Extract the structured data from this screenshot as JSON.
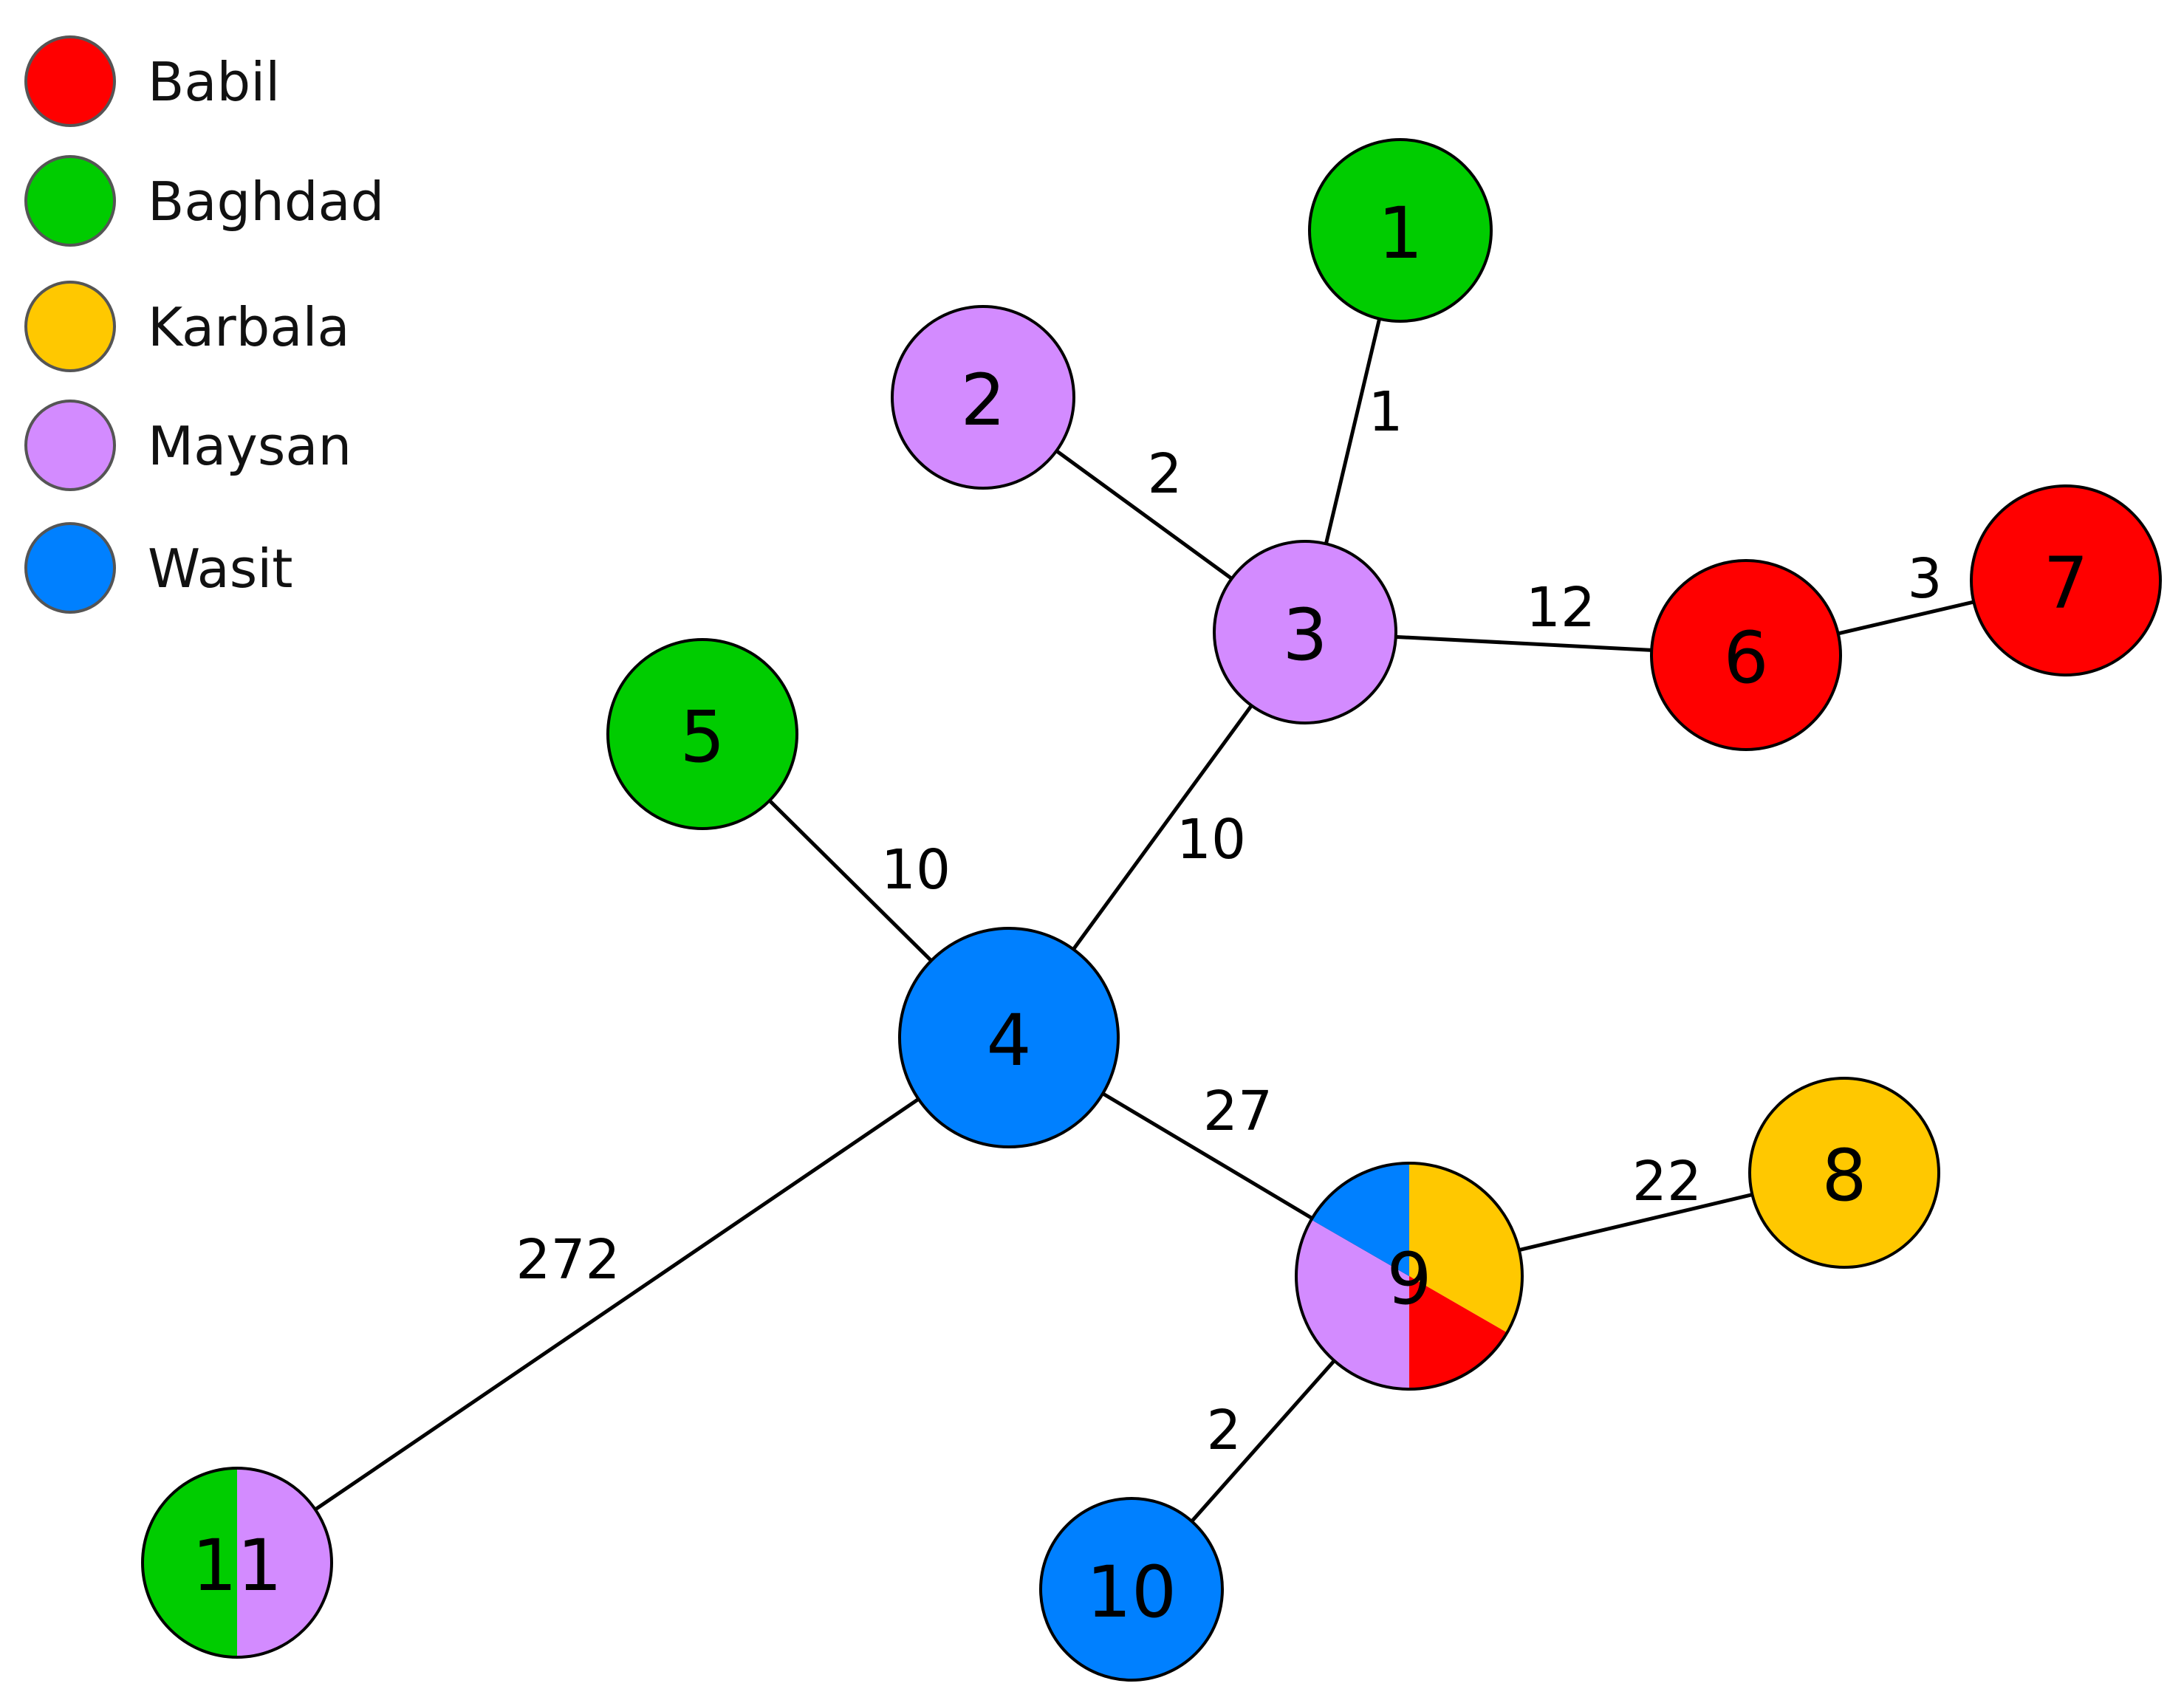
{
  "colors": {
    "Babil": "#ff0000",
    "Baghdad": "#00cc00",
    "Karbala": "#ffc800",
    "Maysan": "#d38bff",
    "Wasit": "#0080ff"
  },
  "legend": [
    {
      "name": "Babil",
      "color": "#ff0000"
    },
    {
      "name": "Baghdad",
      "color": "#00cc00"
    },
    {
      "name": "Karbala",
      "color": "#ffc800"
    },
    {
      "name": "Maysan",
      "color": "#d38bff"
    },
    {
      "name": "Wasit",
      "color": "#0080ff"
    }
  ],
  "nodes": [
    {
      "id": "1",
      "label": "1",
      "groups": [
        "Baghdad"
      ]
    },
    {
      "id": "2",
      "label": "2",
      "groups": [
        "Maysan"
      ]
    },
    {
      "id": "3",
      "label": "3",
      "groups": [
        "Maysan"
      ]
    },
    {
      "id": "4",
      "label": "4",
      "groups": [
        "Wasit"
      ]
    },
    {
      "id": "5",
      "label": "5",
      "groups": [
        "Baghdad"
      ]
    },
    {
      "id": "6",
      "label": "6",
      "groups": [
        "Babil"
      ]
    },
    {
      "id": "7",
      "label": "7",
      "groups": [
        "Babil"
      ]
    },
    {
      "id": "8",
      "label": "8",
      "groups": [
        "Karbala"
      ]
    },
    {
      "id": "9",
      "label": "9",
      "groups": [
        "Wasit",
        "Karbala",
        "Babil",
        "Maysan"
      ]
    },
    {
      "id": "10",
      "label": "10",
      "groups": [
        "Wasit"
      ]
    },
    {
      "id": "11",
      "label": "11",
      "groups": [
        "Baghdad",
        "Maysan"
      ]
    }
  ],
  "edges": [
    {
      "from": "1",
      "to": "3",
      "label": "1"
    },
    {
      "from": "2",
      "to": "3",
      "label": "2"
    },
    {
      "from": "3",
      "to": "6",
      "label": "12"
    },
    {
      "from": "6",
      "to": "7",
      "label": "3"
    },
    {
      "from": "3",
      "to": "4",
      "label": "10"
    },
    {
      "from": "5",
      "to": "4",
      "label": "10"
    },
    {
      "from": "4",
      "to": "9",
      "label": "27"
    },
    {
      "from": "9",
      "to": "8",
      "label": "22"
    },
    {
      "from": "4",
      "to": "11",
      "label": "272"
    },
    {
      "from": "9",
      "to": "10",
      "label": "2"
    }
  ]
}
